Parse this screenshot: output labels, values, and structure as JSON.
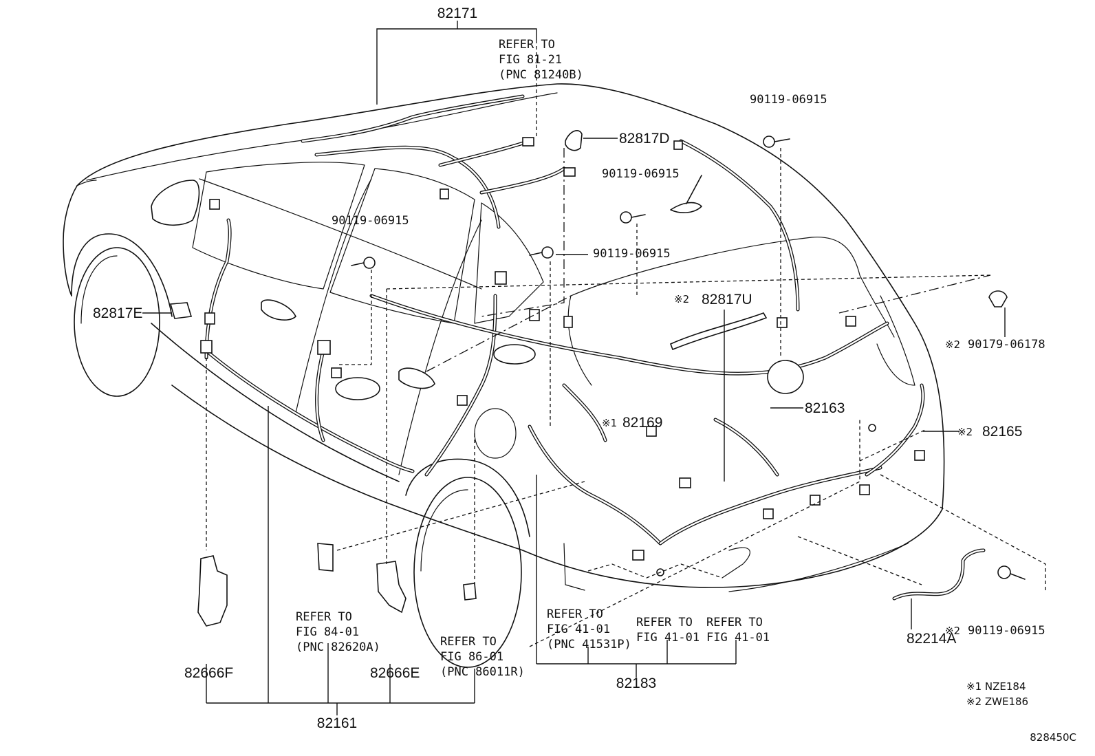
{
  "diagram": {
    "part_labels": {
      "p82171": "82171",
      "p82817D": "82817D",
      "p82817E": "82817E",
      "p82817U": "82817U",
      "p82163": "82163",
      "p82169": "82169",
      "p82165": "82165",
      "p82666F": "82666F",
      "p82666E": "82666E",
      "p82161": "82161",
      "p82183": "82183",
      "p82214A": "82214A",
      "b90119_top": "90119-06915",
      "b90119_mid": "90119-06915",
      "b90119_center": "90119-06915",
      "b90119_left": "90119-06915",
      "b90119_right": "90119-06915",
      "c90179": "90179-06178"
    },
    "markers": {
      "m1_82169": "※1",
      "m2_82817U": "※2",
      "m2_82165": "※2",
      "m2_90179": "※2",
      "m2_90119": "※2"
    },
    "refer_notes": {
      "r81_21": [
        "REFER TO",
        "FIG 81-21",
        "(PNC 81240B)"
      ],
      "r84_01": [
        "REFER TO",
        "FIG 84-01",
        "(PNC 82620A)"
      ],
      "r86_01": [
        "REFER TO",
        "FIG 86-01",
        "(PNC 86011R)"
      ],
      "r41_01a": [
        "REFER TO",
        "FIG 41-01",
        "(PNC 41531P)"
      ],
      "r41_01b": [
        "REFER TO",
        "FIG 41-01"
      ],
      "r41_01c": [
        "REFER TO",
        "FIG 41-01"
      ]
    },
    "legend": {
      "note1": "※1 NZE184",
      "note2": "※2 ZWE186"
    },
    "illustration_number": "828450C"
  }
}
